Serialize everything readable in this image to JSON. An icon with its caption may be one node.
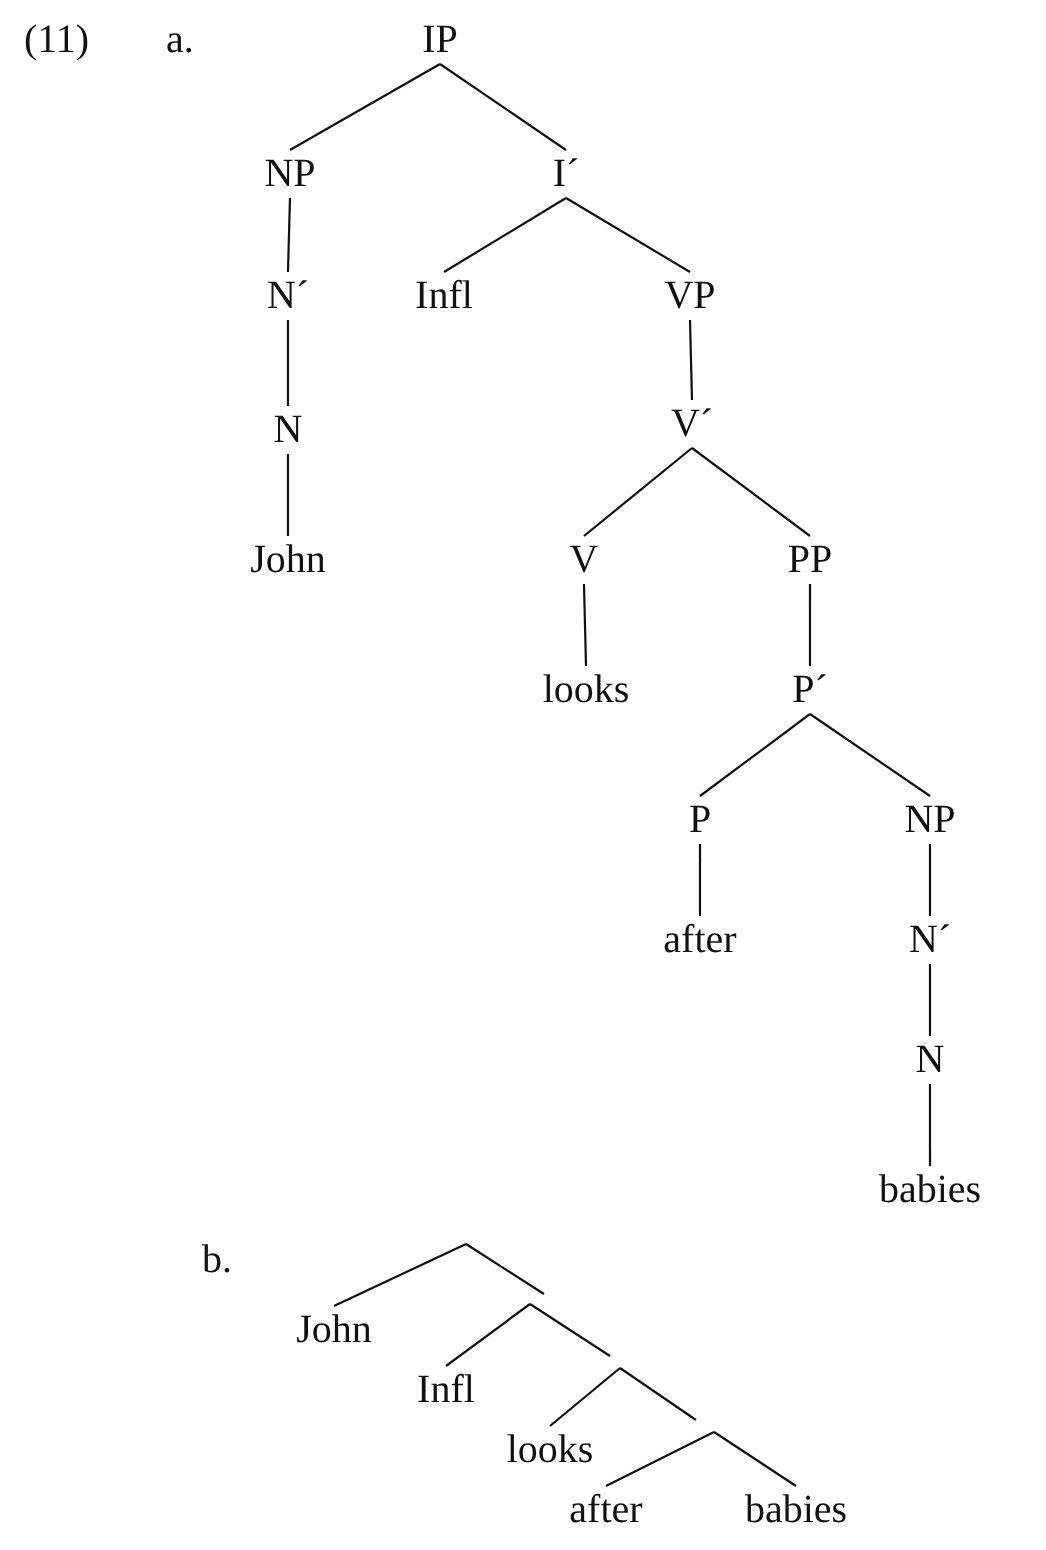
{
  "diagram": {
    "nodes": [
      {
        "text": [
          "IP"
        ]
      },
      {
        "text": [
          "NP"
        ]
      },
      {
        "text": [
          "I´"
        ]
      },
      {
        "text": [
          "N´"
        ]
      },
      {
        "text": [
          "Infl"
        ]
      },
      {
        "text": [
          "VP"
        ]
      },
      {
        "text": [
          "N"
        ]
      },
      {
        "text": [
          "V´"
        ]
      },
      {
        "text": [
          "John"
        ]
      },
      {
        "text": [
          "V"
        ]
      },
      {
        "text": [
          "PP"
        ]
      },
      {
        "text": [
          "looks"
        ]
      },
      {
        "text": [
          "P´"
        ]
      },
      {
        "text": [
          "P"
        ]
      },
      {
        "text": [
          "NP"
        ]
      },
      {
        "text": [
          "after"
        ]
      },
      {
        "text": [
          "N´"
        ]
      },
      {
        "text": [
          "N"
        ]
      },
      {
        "text": [
          "babies"
        ]
      },
      {
        "text": [
          "John"
        ]
      },
      {
        "text": [
          "Infl"
        ]
      },
      {
        "text": [
          "looks"
        ]
      },
      {
        "text": [
          "after"
        ]
      },
      {
        "text": [
          "babies"
        ]
      }
    ],
    "edges": [
      {
        "from": 0,
        "to": 1,
        "arrow": "none"
      },
      {
        "from": 0,
        "to": 2,
        "arrow": "none"
      },
      {
        "from": 1,
        "to": 3,
        "arrow": "none"
      },
      {
        "from": 2,
        "to": 4,
        "arrow": "none"
      },
      {
        "from": 2,
        "to": 5,
        "arrow": "none"
      },
      {
        "from": 3,
        "to": 6,
        "arrow": "none"
      },
      {
        "from": 5,
        "to": 7,
        "arrow": "none"
      },
      {
        "from": 6,
        "to": 8,
        "arrow": "none"
      },
      {
        "from": 7,
        "to": 9,
        "arrow": "none"
      },
      {
        "from": 7,
        "to": 10,
        "arrow": "none"
      },
      {
        "from": 9,
        "to": 11,
        "arrow": "none"
      },
      {
        "from": 10,
        "to": 12,
        "arrow": "none"
      },
      {
        "from": 12,
        "to": 13,
        "arrow": "none"
      },
      {
        "from": 12,
        "to": 14,
        "arrow": "none"
      },
      {
        "from": 13,
        "to": 15,
        "arrow": "none"
      },
      {
        "from": 14,
        "to": 16,
        "arrow": "none"
      },
      {
        "from": 16,
        "to": 17,
        "arrow": "none"
      },
      {
        "from": 17,
        "to": 18,
        "arrow": "none"
      },
      {
        "from": null,
        "to": 19,
        "arrow": "none"
      },
      {
        "from": null,
        "to": 20,
        "arrow": "none"
      },
      {
        "from": null,
        "to": 21,
        "arrow": "none"
      },
      {
        "from": null,
        "to": 22,
        "arrow": "none"
      },
      {
        "from": null,
        "to": 23,
        "arrow": "none"
      }
    ],
    "labels": [
      "(11)",
      "a.",
      "b."
    ]
  }
}
